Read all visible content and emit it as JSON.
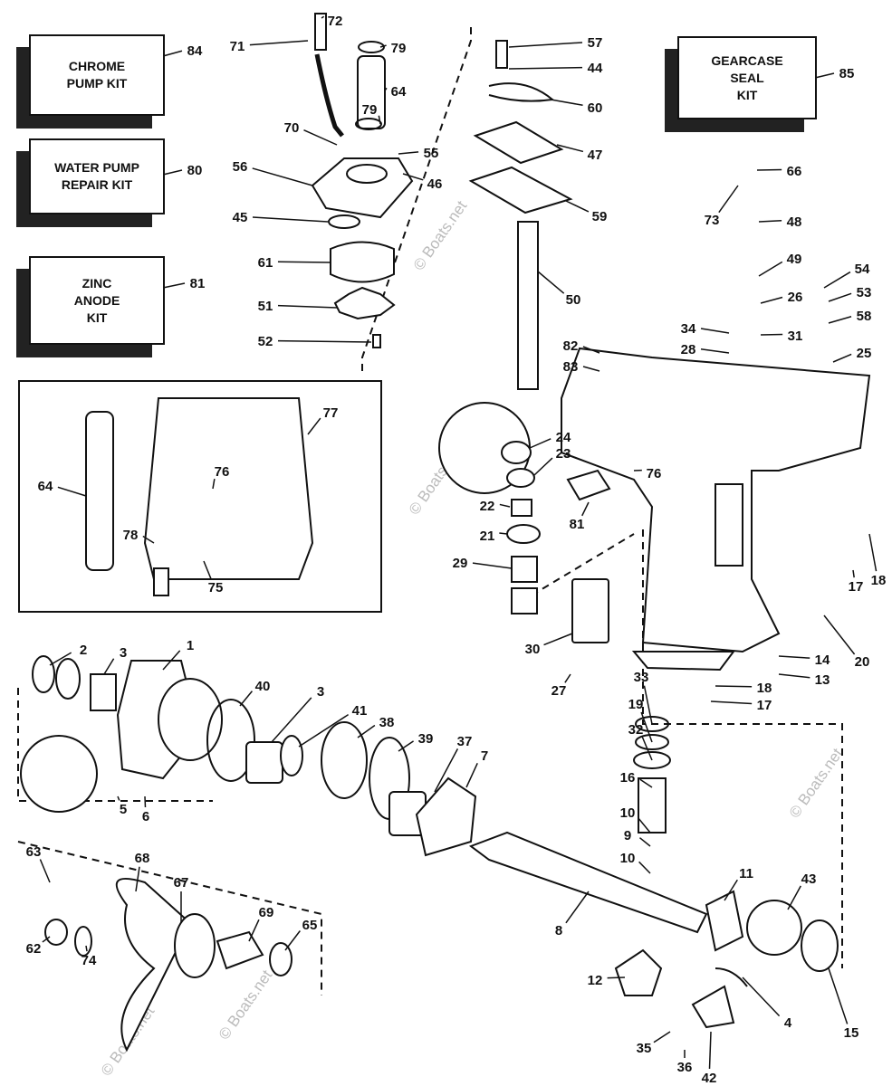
{
  "kits": [
    {
      "id": "84",
      "text": "CHROME\nPUMP KIT"
    },
    {
      "id": "80",
      "text": "WATER PUMP\nREPAIR KIT"
    },
    {
      "id": "81",
      "text": "ZINC\nANODE\nKIT"
    },
    {
      "id": "85",
      "text": "GEARCASE\nSEAL\nKIT"
    }
  ],
  "watermark": "© Boats.net",
  "callouts": [
    "72",
    "71",
    "79",
    "64",
    "57",
    "44",
    "84",
    "85",
    "60",
    "79",
    "70",
    "55",
    "47",
    "56",
    "46",
    "80",
    "66",
    "59",
    "73",
    "48",
    "45",
    "61",
    "49",
    "54",
    "81",
    "50",
    "53",
    "51",
    "26",
    "58",
    "34",
    "31",
    "52",
    "82",
    "28",
    "25",
    "83",
    "77",
    "24",
    "23",
    "76",
    "76",
    "64",
    "22",
    "81",
    "21",
    "78",
    "29",
    "75",
    "17",
    "18",
    "30",
    "14",
    "20",
    "13",
    "27",
    "33",
    "18",
    "17",
    "2",
    "3",
    "1",
    "40",
    "3",
    "41",
    "38",
    "19",
    "32",
    "39",
    "37",
    "7",
    "16",
    "5",
    "6",
    "10",
    "9",
    "10",
    "63",
    "68",
    "67",
    "11",
    "43",
    "69",
    "65",
    "62",
    "74",
    "8",
    "12",
    "4",
    "15",
    "35",
    "36",
    "42"
  ]
}
